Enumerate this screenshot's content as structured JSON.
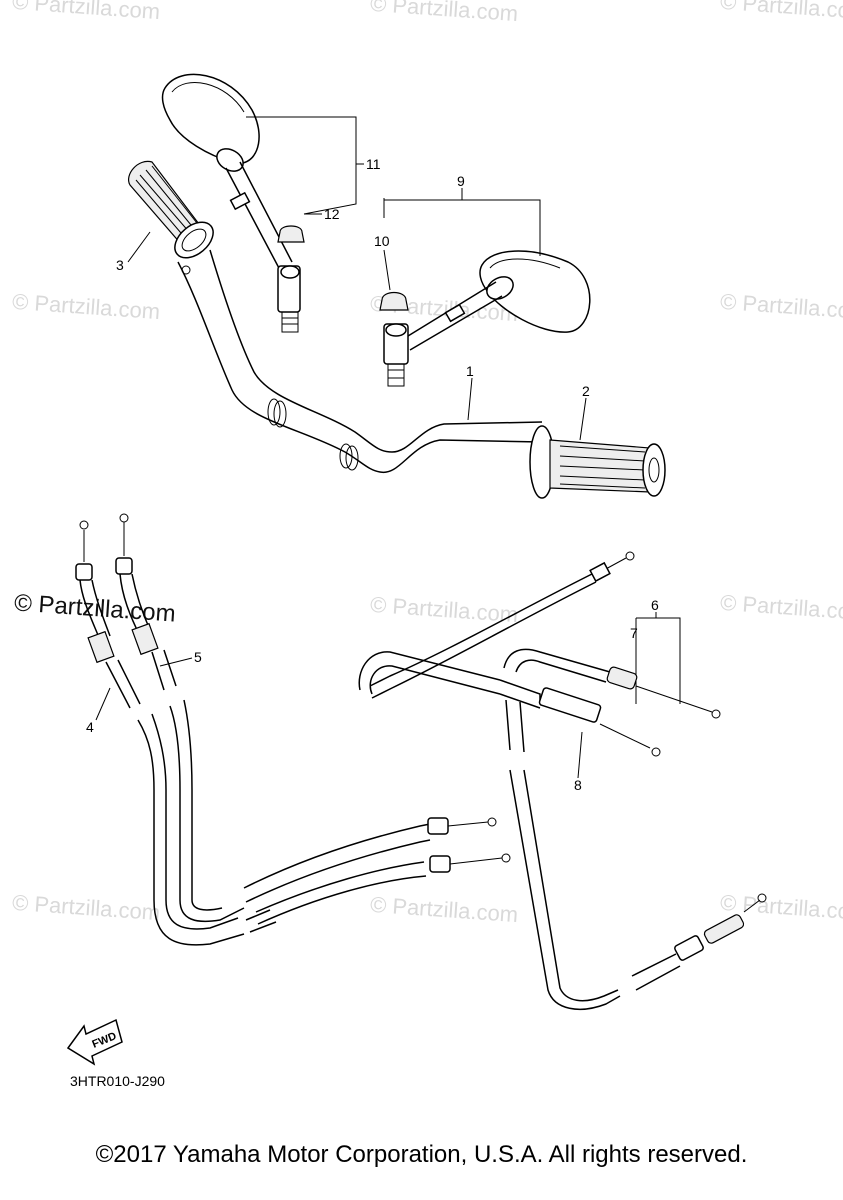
{
  "watermark": "© Partzilla.com",
  "callouts": {
    "c1": "1",
    "c2": "2",
    "c3": "3",
    "c4": "4",
    "c5": "5",
    "c6": "6",
    "c7": "7",
    "c8": "8",
    "c9": "9",
    "c10": "10",
    "c11": "11",
    "c12": "12"
  },
  "fwd_label": "FWD",
  "diagram_code": "3HTR010-J290",
  "copyright": "©2017 Yamaha Motor Corporation, U.S.A. All rights reserved."
}
